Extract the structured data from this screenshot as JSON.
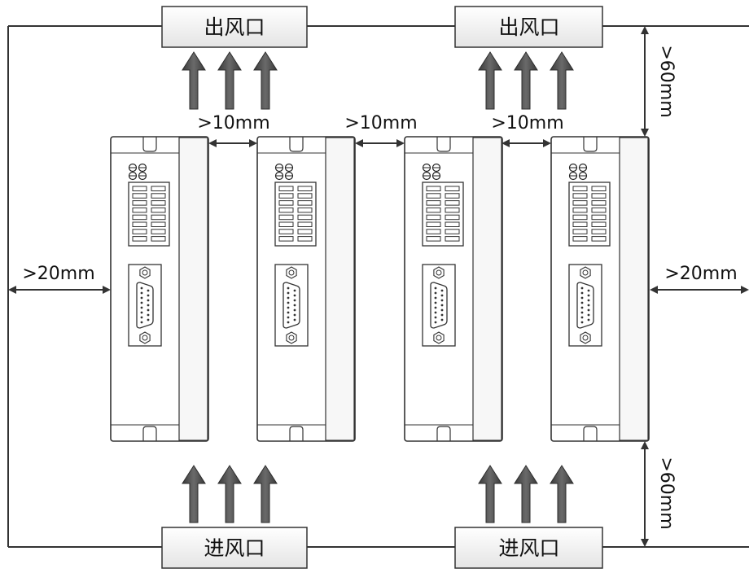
{
  "vents": {
    "outlet_label": "出风口",
    "inlet_label": "进风口"
  },
  "spacing": {
    "between_drivers": ">10mm",
    "side_clearance": ">20mm",
    "top_clearance": ">60mm",
    "bottom_clearance": ">60mm"
  },
  "drivers": [
    {
      "id": "driver-1"
    },
    {
      "id": "driver-2"
    },
    {
      "id": "driver-3"
    },
    {
      "id": "driver-4"
    }
  ],
  "colors": {
    "line": "#333333",
    "arrow_fill": "#545454",
    "box_fill": "#f2f2f2"
  }
}
